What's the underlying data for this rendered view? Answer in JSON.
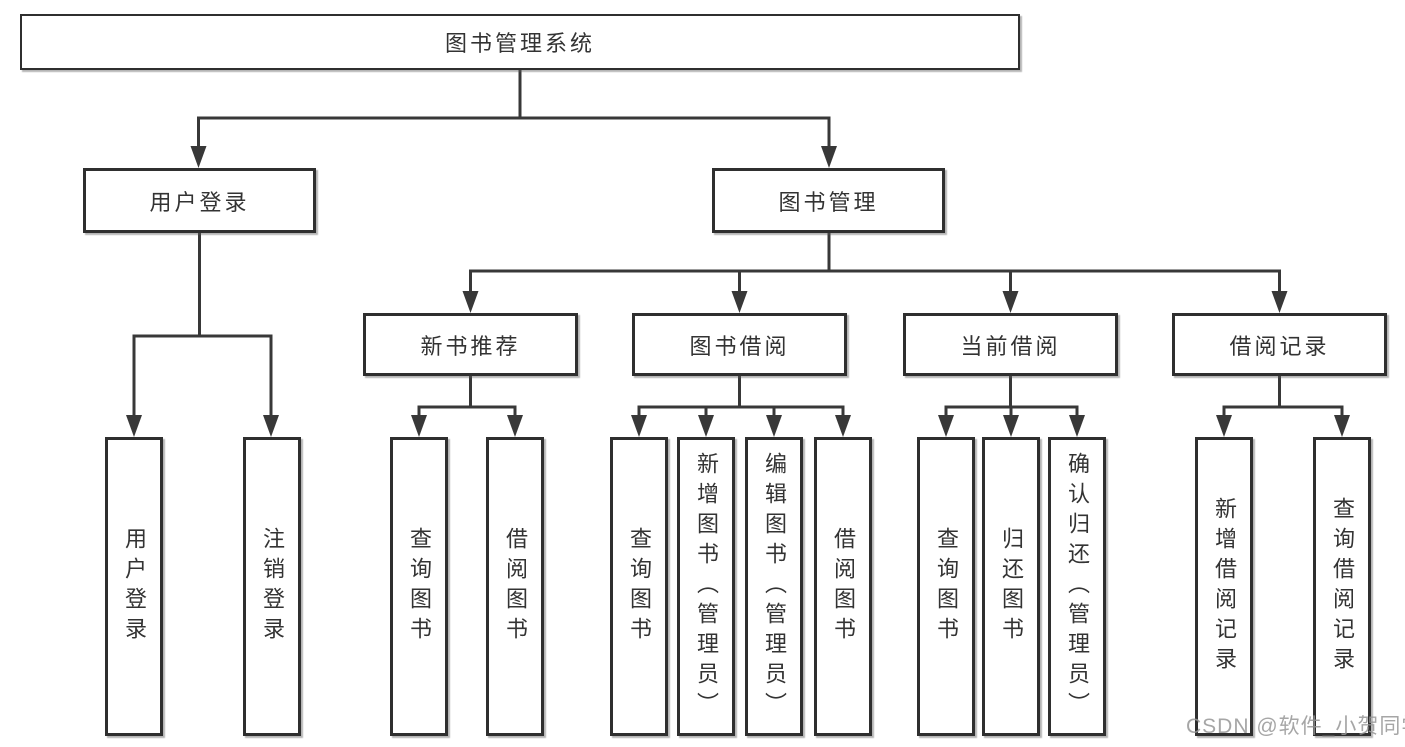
{
  "nodes": {
    "root": "图书管理系统",
    "user_login": "用户登录",
    "book_management": "图书管理",
    "new_book_recommend": "新书推荐",
    "book_borrowing": "图书借阅",
    "current_borrowing": "当前借阅",
    "borrowing_records": "借阅记录",
    "user_login_children": [
      "用户登录",
      "注销登录"
    ],
    "new_book_recommend_children": [
      "查询图书",
      "借阅图书"
    ],
    "book_borrowing_children": [
      "查询图书",
      "新增图书（管理员）",
      "编辑图书（管理员）",
      "借阅图书"
    ],
    "current_borrowing_children": [
      "查询图书",
      "归还图书",
      "确认归还（管理员）"
    ],
    "borrowing_records_children": [
      "新增借阅记录",
      "查询借阅记录"
    ]
  },
  "watermark": "CSDN @软件_小贺同学",
  "colors": {
    "line": "#383838",
    "box_border": "#2f2f2f",
    "text": "#333333",
    "background": "#ffffff",
    "watermark": "#969696"
  }
}
